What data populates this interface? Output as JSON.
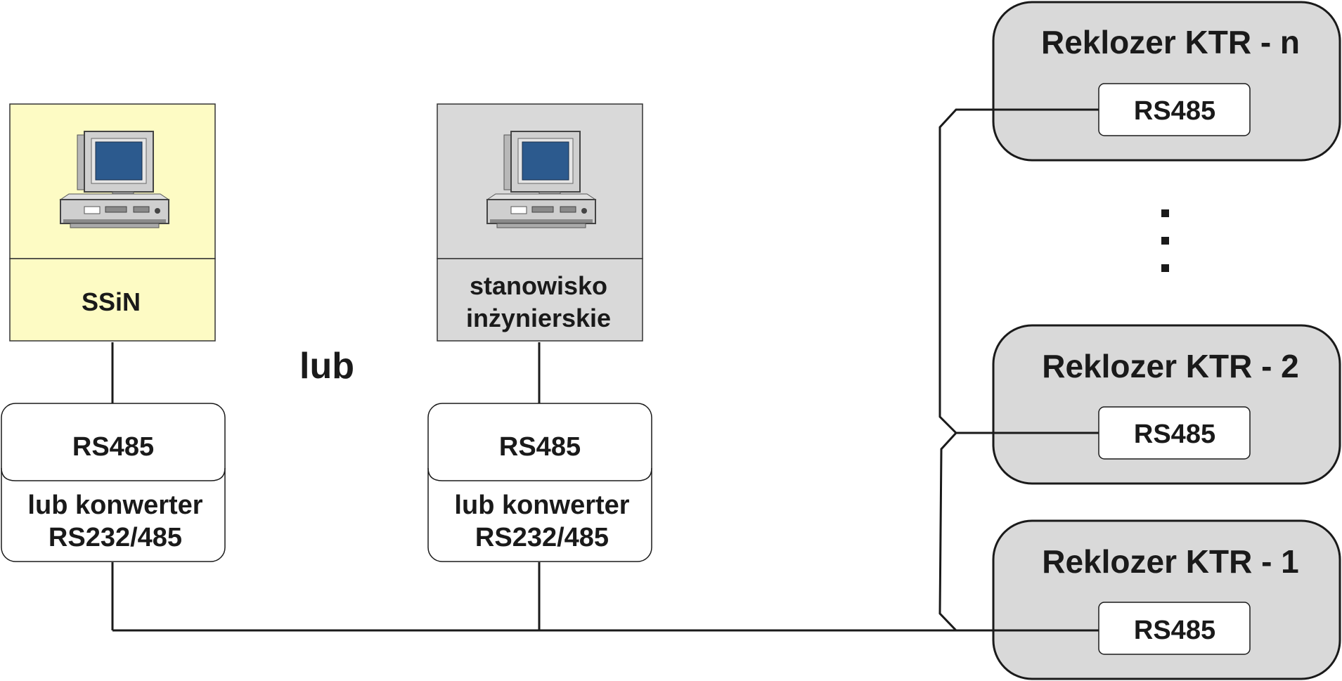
{
  "colors": {
    "ssin_fill": "#fdfbc4",
    "eng_fill": "#d9d9d9",
    "reklozer_fill": "#d9d9d9",
    "monitor_screen": "#2c5a8e",
    "line": "#1a1a1a"
  },
  "workstations": [
    {
      "id": "ssin",
      "label": "SSiN",
      "icon": "computer-icon"
    },
    {
      "id": "eng",
      "label_line1": "stanowisko",
      "label_line2": "inżynierskie",
      "icon": "computer-icon"
    }
  ],
  "separator": "lub",
  "converters": [
    {
      "top": "RS485",
      "bottom_line1": "lub konwerter",
      "bottom_line2": "RS232/485"
    },
    {
      "top": "RS485",
      "bottom_line1": "lub konwerter",
      "bottom_line2": "RS232/485"
    }
  ],
  "reklozers": [
    {
      "title": "Reklozer KTR - n",
      "port": "RS485"
    },
    {
      "title": "Reklozer KTR - 2",
      "port": "RS485"
    },
    {
      "title": "Reklozer KTR - 1",
      "port": "RS485"
    }
  ],
  "ellipsis": "vertical-dots"
}
